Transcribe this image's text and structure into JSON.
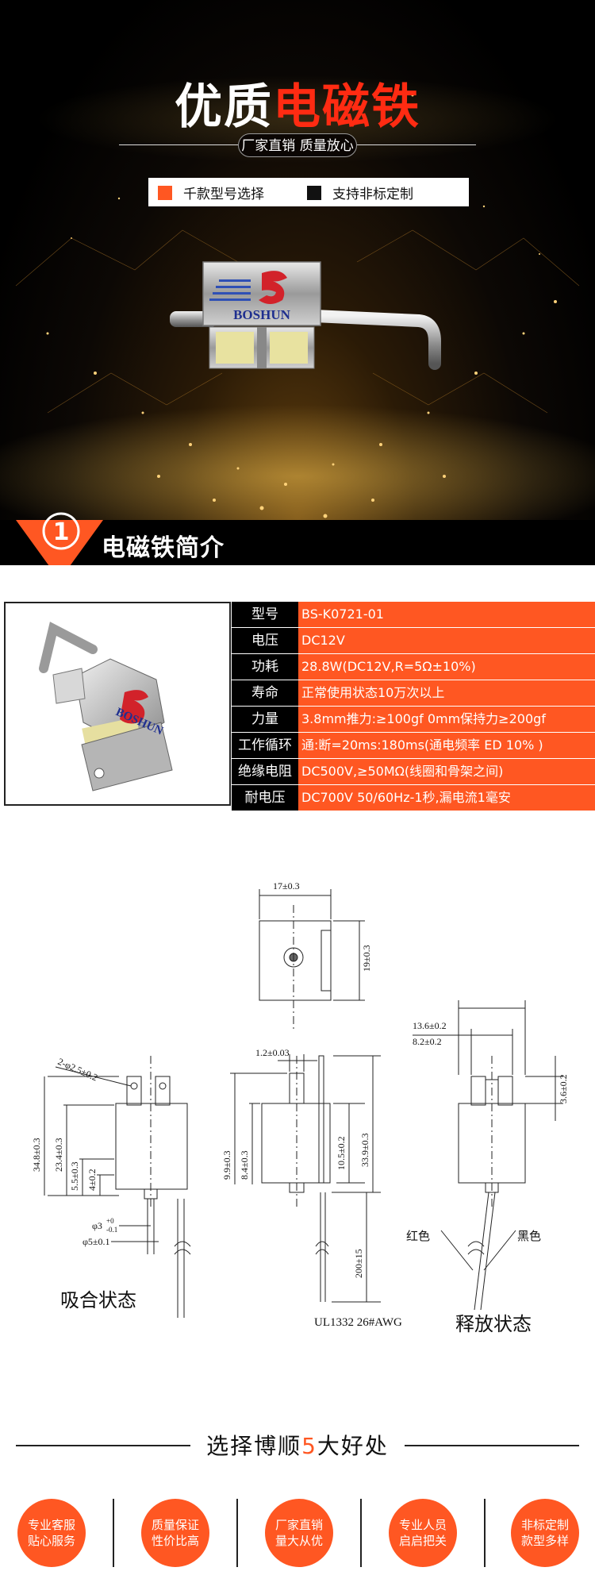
{
  "hero": {
    "title_white": "优质",
    "title_red": "电磁铁",
    "subtitle": "厂家直销 质量放心",
    "tags": [
      {
        "text": "千款型号选择",
        "color": "#ff5722"
      },
      {
        "text": "支持非标定制",
        "color": "#111111"
      }
    ],
    "product_brand": "BOSHUN"
  },
  "section": {
    "number": "1",
    "title": "电磁铁简介"
  },
  "specs": [
    {
      "label": "型号",
      "value": "BS-K0721-01"
    },
    {
      "label": "电压",
      "value": "DC12V"
    },
    {
      "label": "功耗",
      "value": "28.8W(DC12V,R=5Ω±10%)"
    },
    {
      "label": "寿命",
      "value": "正常使用状态10万次以上"
    },
    {
      "label": "力量",
      "value": "3.8mm推力:≥100gf 0mm保持力≥200gf"
    },
    {
      "label": "工作循环",
      "value": "通:断=20ms:180ms(通电频率 ED 10% )"
    },
    {
      "label": "绝缘电阻",
      "value": "DC500V,≥50MΩ(线圈和骨架之间)"
    },
    {
      "label": "耐电压",
      "value": "DC700V 50/60Hz-1秒,漏电流1毫安"
    }
  ],
  "drawing": {
    "top_width": "17±0.3",
    "top_height": "19±0.3",
    "hole": "2-φ2.5±0.2",
    "d1": "34.8±0.3",
    "d2": "23.4±0.3",
    "d3": "5.5±0.3",
    "d4": "4±0.2",
    "d5": "φ3",
    "d5_tol_upper": "+0",
    "d5_tol_lower": "-0.1",
    "d6": "φ5±0.1",
    "left_caption": "吸合状态",
    "c1": "1.2±0.03",
    "c2": "9.9±0.3",
    "c3": "8.4±0.3",
    "c4": "10.5±0.2",
    "c5": "33.9±0.3",
    "c6": "200±15",
    "wire_spec": "UL1332 26#AWG",
    "r1": "13.6±0.2",
    "r2": "8.2±0.2",
    "r3": "3.6±0.2",
    "red_label": "红色",
    "black_label": "黑色",
    "right_caption": "释放状态"
  },
  "advantages": {
    "title_pre": "选择博顺",
    "title_num": "5",
    "title_post": "大好处",
    "items": [
      {
        "line1": "专业客服",
        "line2": "贴心服务"
      },
      {
        "line1": "质量保证",
        "line2": "性价比高"
      },
      {
        "line1": "厂家直销",
        "line2": "量大从优"
      },
      {
        "line1": "专业人员",
        "line2": "启启把关"
      },
      {
        "line1": "非标定制",
        "line2": "款型多样"
      }
    ]
  },
  "colors": {
    "accent": "#ff5722",
    "title_red": "#ff2b12"
  }
}
